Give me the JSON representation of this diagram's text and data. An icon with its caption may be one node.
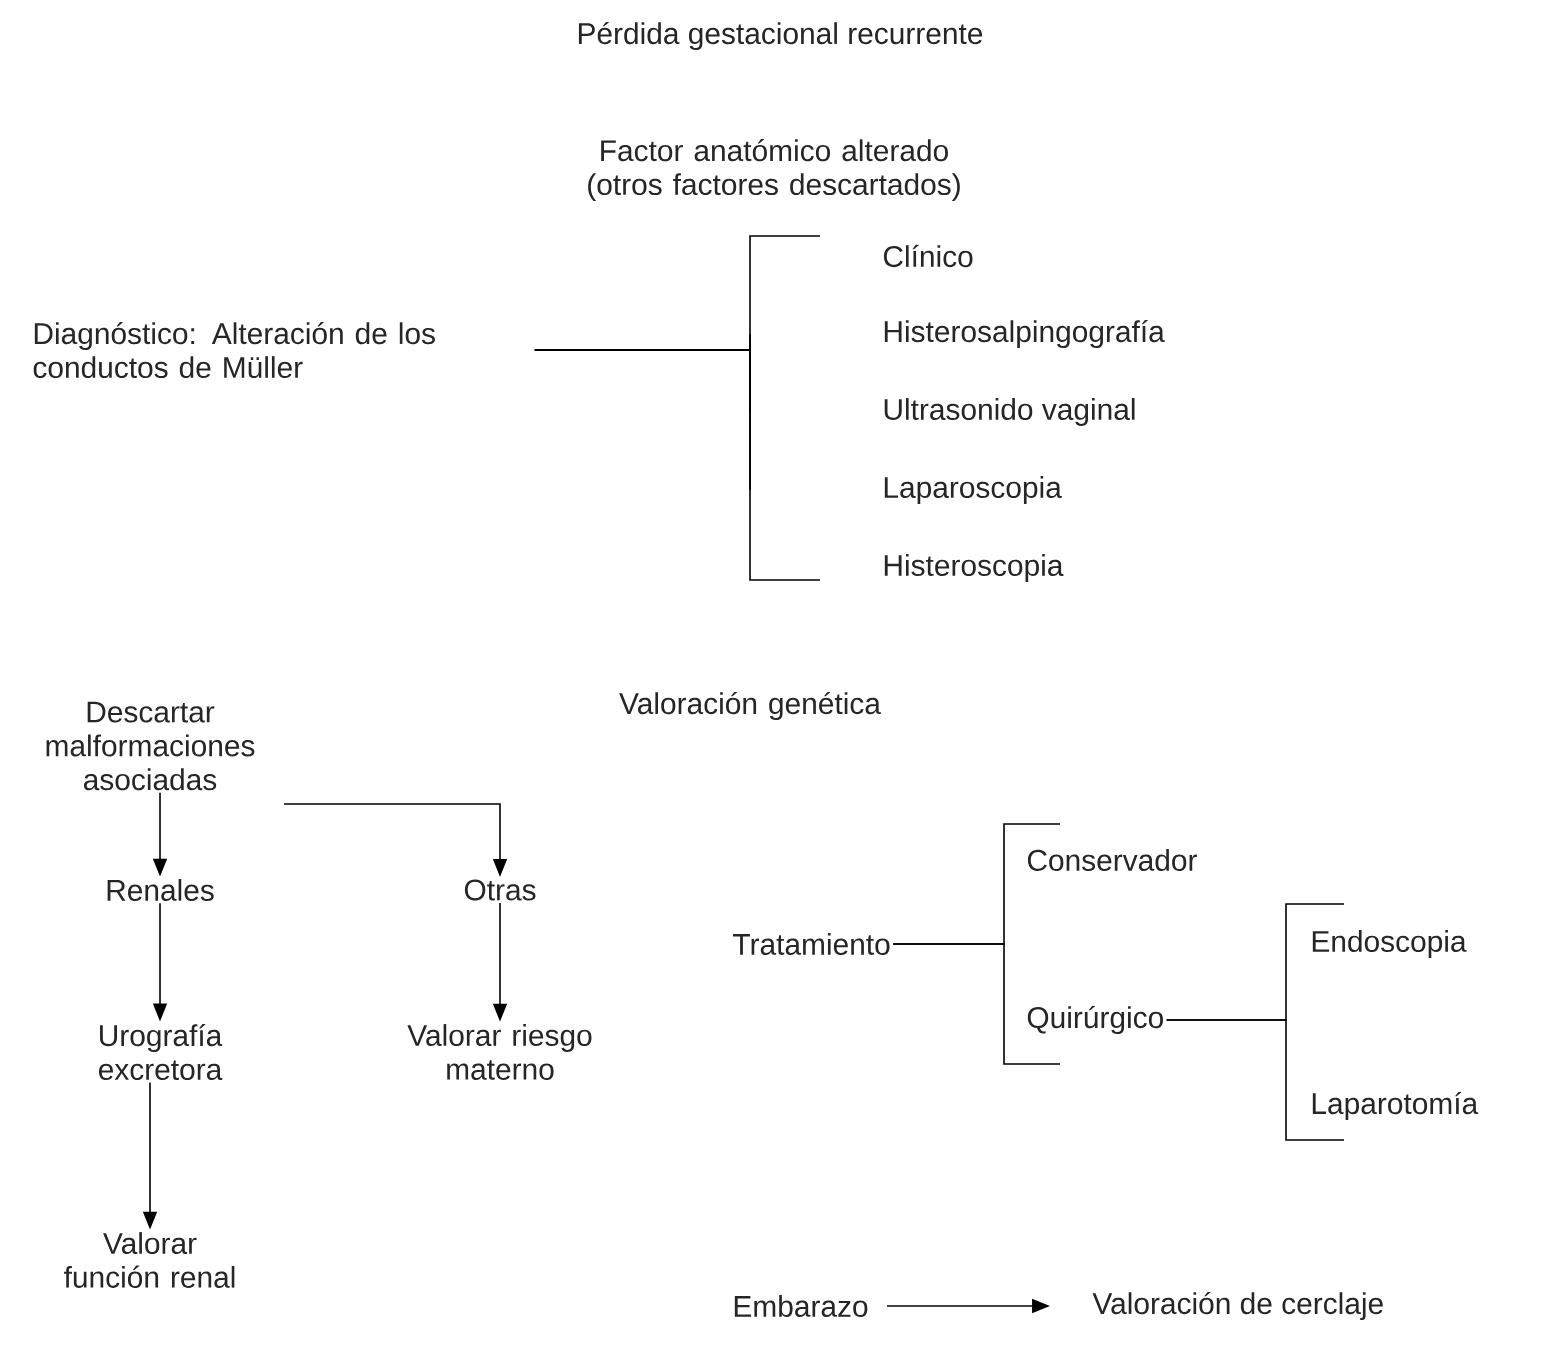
{
  "diagram": {
    "title": "Pérdida gestacional recurrente",
    "nodes": [
      {
        "text": [
          "Diagnóstico: Alteración de los conductos de Müller"
        ]
      },
      {
        "text": [
          "Clínico"
        ]
      },
      {
        "text": [
          "Histerosalpingografía"
        ]
      },
      {
        "text": [
          "Ultrasonido vaginal"
        ]
      },
      {
        "text": [
          "Laparoscopia"
        ]
      },
      {
        "text": [
          "Histeroscopia"
        ]
      },
      {
        "text": [
          "Descartar malformaciones asociadas"
        ]
      },
      {
        "text": [
          "Renales"
        ]
      },
      {
        "text": [
          "Otras"
        ]
      },
      {
        "text": [
          "Urografía excretora"
        ]
      },
      {
        "text": [
          "Valorar riesgo materno"
        ]
      },
      {
        "text": [
          "Valorar función renal"
        ]
      },
      {
        "text": [
          "Tratamiento"
        ]
      },
      {
        "text": [
          "Conservador"
        ]
      },
      {
        "text": [
          "Quirúrgico"
        ]
      },
      {
        "text": [
          "Endoscopia"
        ]
      },
      {
        "text": [
          "Laparotomía"
        ]
      },
      {
        "text": [
          "Embarazo"
        ]
      },
      {
        "text": [
          "Valoración de cerclaje"
        ]
      }
    ],
    "edges": [
      {
        "from": 0,
        "to": 1,
        "arrow": "none"
      },
      {
        "from": 0,
        "to": 2,
        "arrow": "none"
      },
      {
        "from": 0,
        "to": 3,
        "arrow": "none"
      },
      {
        "from": 0,
        "to": 4,
        "arrow": "none"
      },
      {
        "from": 0,
        "to": 5,
        "arrow": "none"
      },
      {
        "from": 6,
        "to": 7,
        "arrow": "to"
      },
      {
        "from": 6,
        "to": 8,
        "arrow": "to"
      },
      {
        "from": 7,
        "to": 9,
        "arrow": "to"
      },
      {
        "from": 8,
        "to": 10,
        "arrow": "to"
      },
      {
        "from": 9,
        "to": 11,
        "arrow": "to"
      },
      {
        "from": 12,
        "to": 13,
        "arrow": "none"
      },
      {
        "from": 12,
        "to": 14,
        "arrow": "none"
      },
      {
        "from": 14,
        "to": 15,
        "arrow": "none"
      },
      {
        "from": 14,
        "to": 16,
        "arrow": "none"
      },
      {
        "from": 17,
        "to": 18,
        "arrow": "to"
      }
    ],
    "labels": [
      "Factor anatómico alterado (otros factores descartados)",
      "Valoración genética"
    ]
  }
}
